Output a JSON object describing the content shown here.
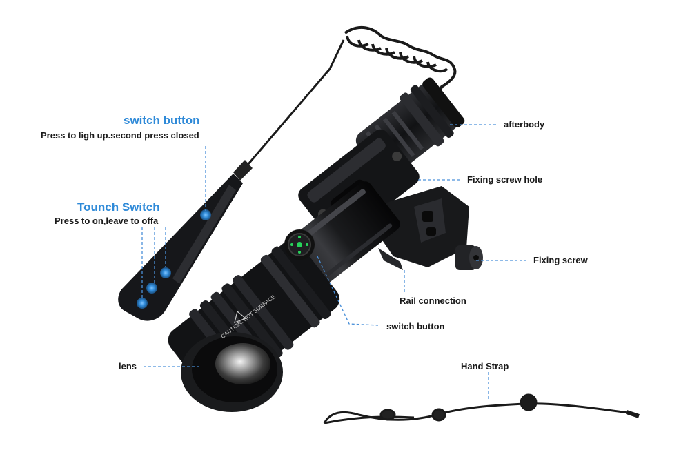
{
  "labels": {
    "switch_button_title": "switch button",
    "switch_button_desc": "Press to ligh up.second press closed",
    "touch_switch_title": "Tounch Switch",
    "touch_switch_desc": "Press to on,leave to offa",
    "afterbody": "afterbody",
    "fixing_screw_hole": "Fixing screw hole",
    "fixing_screw": "Fixing screw",
    "rail_connection": "Rail connection",
    "switch_button": "switch button",
    "lens": "lens",
    "hand_strap": "Hand Strap"
  },
  "engraving": "CAUTION: HOT SURFACE",
  "colors": {
    "accent_blue": "#2f8ad8",
    "leader_blue": "#4a90d9",
    "body_dark": "#1c1c1e",
    "indicator_green": "#27d35a"
  },
  "icons": [
    "warning-triangle-icon",
    "power-indicator-icon"
  ]
}
